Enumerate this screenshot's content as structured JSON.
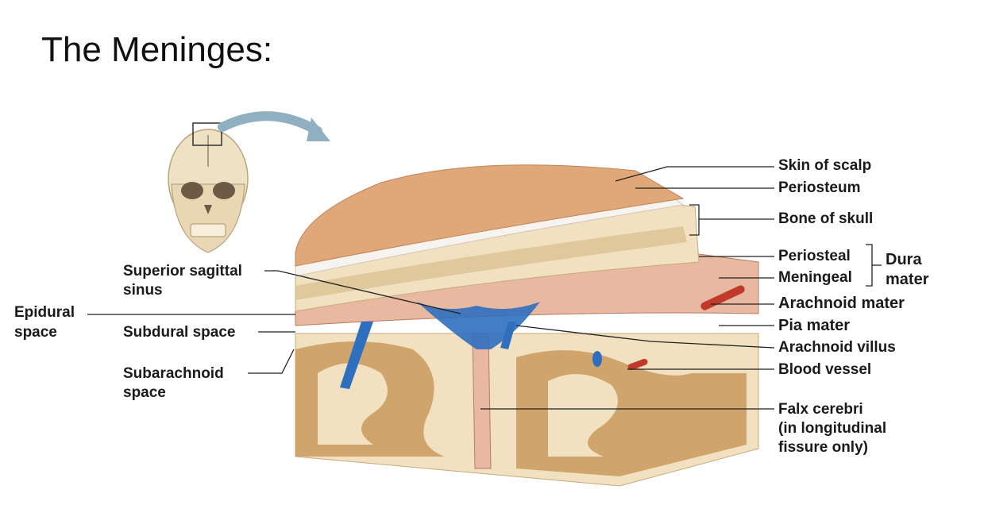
{
  "slide": {
    "title": "The Meninges:"
  },
  "labels_right": {
    "skin_of_scalp": "Skin of scalp",
    "periosteum": "Periosteum",
    "bone_of_skull": "Bone of skull",
    "periosteal": "Periosteal",
    "meningeal": "Meningeal",
    "dura": "Dura",
    "mater": "mater",
    "arachnoid_mater": "Arachnoid mater",
    "pia_mater": "Pia mater",
    "arachnoid_villus": "Arachnoid villus",
    "blood_vessel": "Blood vessel",
    "falx_line1": "Falx cerebri",
    "falx_line2": "(in longitudinal",
    "falx_line3": "fissure only)"
  },
  "labels_left": {
    "superior_sagittal_line1": "Superior sagittal",
    "superior_sagittal_line2": "sinus",
    "epidural_line1": "Epidural",
    "epidural_line2": "space",
    "subdural_space": "Subdural space",
    "subarachnoid_line1": "Subarachnoid",
    "subarachnoid_line2": "space"
  },
  "colors": {
    "scalp": "#e0a878",
    "bone": "#f1e1c0",
    "dura": "#e8b9a0",
    "sinus_blue": "#2f6fc0",
    "brain_tan": "#e6c999",
    "gray_matter": "#c99a5e",
    "vessel_red": "#c0392b",
    "arrow": "#8fb0c0"
  }
}
